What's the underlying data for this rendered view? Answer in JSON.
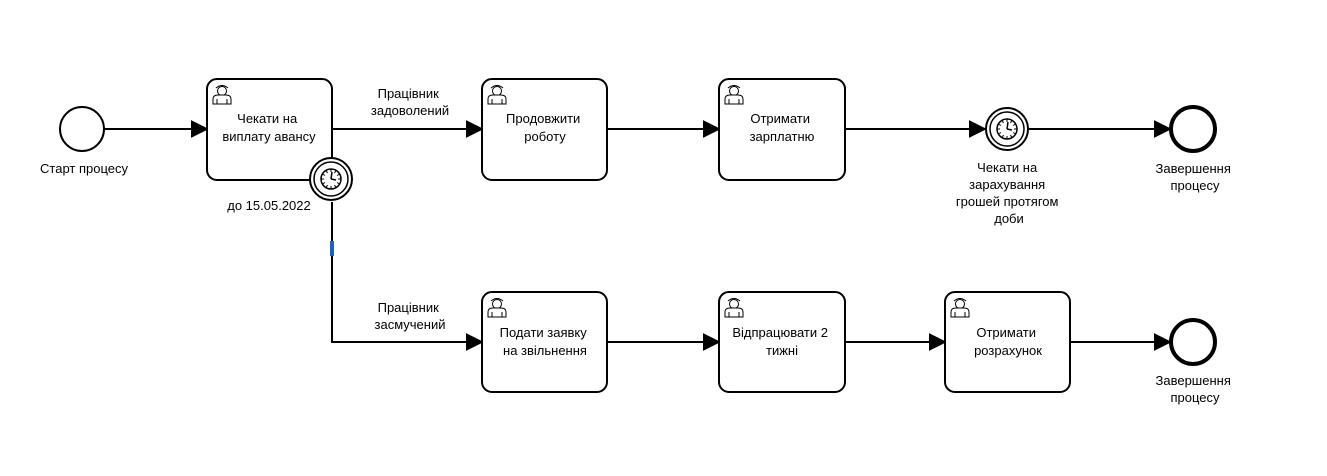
{
  "start_event": {
    "label": "Старт процесу"
  },
  "tasks": {
    "wait_advance": {
      "lines": [
        "Чекати на",
        "виплату авансу"
      ]
    },
    "continue_work": {
      "lines": [
        "Продовжити",
        "роботу"
      ]
    },
    "get_salary": {
      "lines": [
        "Отримати",
        "зарплатню"
      ]
    },
    "submit_resignation": {
      "lines": [
        "Подати заявку",
        "на звільнення"
      ]
    },
    "work_two_weeks": {
      "lines": [
        "Відпрацювати 2",
        "тижні"
      ]
    },
    "get_settlement": {
      "lines": [
        "Отримати",
        "розрахунок"
      ]
    }
  },
  "timer_boundary": {
    "label": "до 15.05.2022",
    "icon": "timer-clock-icon"
  },
  "timer_intermediate": {
    "lines": [
      "Чекати на",
      "зарахування",
      "грошей протягом",
      "доби"
    ],
    "icon": "timer-clock-icon"
  },
  "end_events": {
    "top": {
      "lines": [
        "Завершення",
        "процесу"
      ]
    },
    "bottom": {
      "lines": [
        "Завершення",
        "процесу"
      ]
    }
  },
  "flows": {
    "satisfied": {
      "lines": [
        "Працівник",
        "задоволений"
      ]
    },
    "upset": {
      "lines": [
        "Працівник",
        "засмучений"
      ]
    }
  },
  "colors": {
    "stroke": "#000000",
    "selection_handle": "#1f5fbf",
    "background": "#ffffff"
  },
  "task_icon": "user-icon"
}
